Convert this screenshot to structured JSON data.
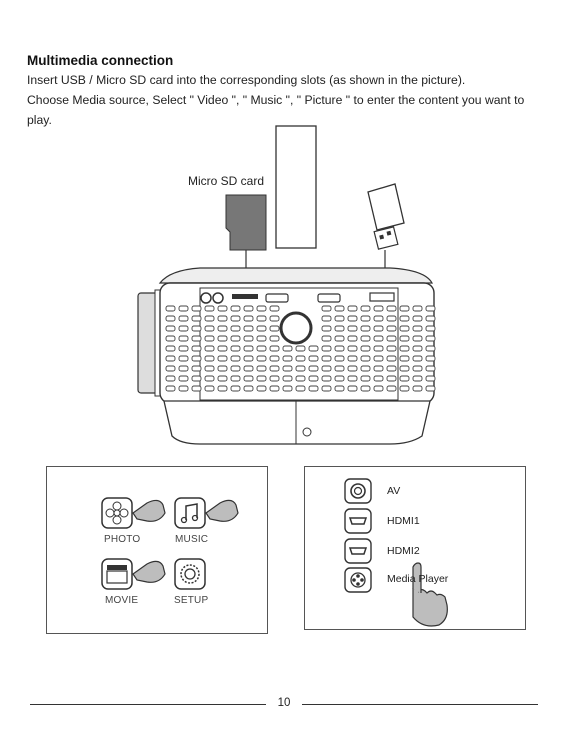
{
  "section": {
    "title": "Multimedia connection",
    "line1": "Insert USB / Micro SD card into the corresponding slots (as shown in the picture).",
    "line2": "Choose Media source, Select \" Video \", \" Music \", \" Picture \" to enter the content you want to",
    "line3": "play."
  },
  "illustration": {
    "micro_sd_label": "Micro SD card"
  },
  "media_menu": {
    "apps": [
      {
        "label": "PHOTO",
        "icon": "flower-icon"
      },
      {
        "label": "MUSIC",
        "icon": "music-note-icon"
      },
      {
        "label": "MOVIE",
        "icon": "clapperboard-icon"
      },
      {
        "label": "SETUP",
        "icon": "gear-icon"
      }
    ]
  },
  "source_menu": {
    "items": [
      {
        "label": "AV",
        "icon": "av-jack-icon"
      },
      {
        "label": "HDMI1",
        "icon": "hdmi-port-icon"
      },
      {
        "label": "HDMI2",
        "icon": "hdmi-port-icon"
      },
      {
        "label": "Media Player",
        "icon": "media-player-icon"
      }
    ]
  },
  "footer": {
    "page_number": "10"
  }
}
